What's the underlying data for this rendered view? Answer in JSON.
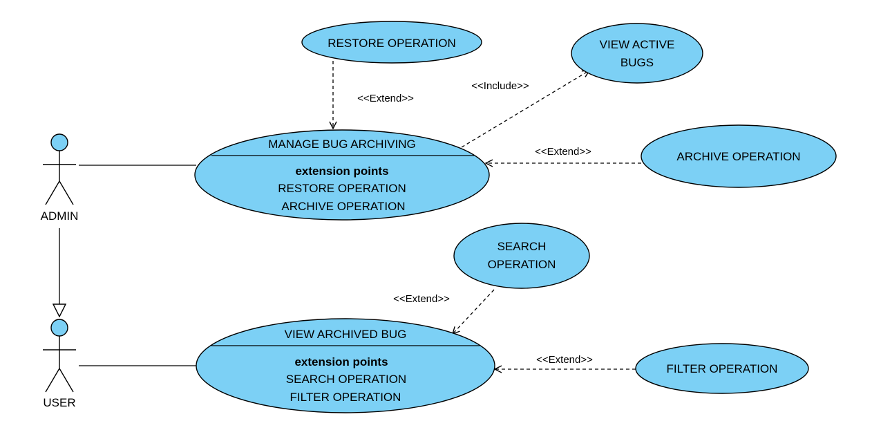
{
  "actors": {
    "admin": "ADMIN",
    "user": "USER"
  },
  "use_cases": {
    "restore": "RESTORE OPERATION",
    "view_active_line1": "VIEW ACTIVE",
    "view_active_line2": "BUGS",
    "manage": {
      "title": "MANAGE BUG ARCHIVING",
      "ext_heading": "extension points",
      "ext1": "RESTORE OPERATION",
      "ext2": "ARCHIVE OPERATION"
    },
    "archive": "ARCHIVE OPERATION",
    "search_line1": "SEARCH",
    "search_line2": "OPERATION",
    "view_archived": {
      "title": "VIEW ARCHIVED BUG",
      "ext_heading": "extension points",
      "ext1": "SEARCH OPERATION",
      "ext2": "FILTER OPERATION"
    },
    "filter": "FILTER OPERATION"
  },
  "relations": {
    "restore_extend": "<<Extend>>",
    "view_active_include": "<<Include>>",
    "archive_extend": "<<Extend>>",
    "search_extend": "<<Extend>>",
    "filter_extend": "<<Extend>>"
  },
  "colors": {
    "use_case_fill": "#7cd0f5",
    "stroke": "#000000"
  }
}
